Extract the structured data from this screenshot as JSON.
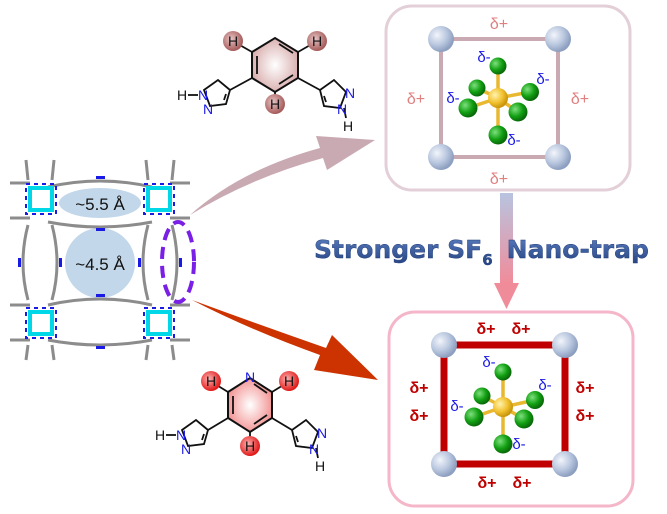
{
  "framework": {
    "pore_labels": [
      "~5.5 Å",
      "~4.5 Å"
    ]
  },
  "ligand_top": {
    "ring_h_labels": [
      "H",
      "H",
      "H"
    ],
    "pyrazole_left": {
      "h": "H",
      "n1": "N",
      "n2": "N"
    },
    "pyrazole_right": {
      "n1": "N",
      "n2": "N",
      "h": "H"
    },
    "highlight_color": "#b86a6a"
  },
  "ligand_bottom": {
    "ring_h_labels": [
      "H",
      "H",
      "H"
    ],
    "ring_n": "N",
    "pyrazole_left": {
      "h": "H",
      "n1": "N",
      "n2": "N"
    },
    "pyrazole_right": {
      "n1": "N",
      "n2": "N",
      "h": "H"
    },
    "highlight_color": "#e02020"
  },
  "pore_top": {
    "delta_plus": [
      "δ+",
      "δ+",
      "δ+",
      "δ+"
    ],
    "delta_minus": [
      "δ-",
      "δ-",
      "δ-",
      "δ-"
    ],
    "plus_color": "#e08080",
    "frame_color": "#c9a9b2"
  },
  "pore_bottom": {
    "delta_plus": [
      "δ+",
      "δ+",
      "δ+",
      "δ+",
      "δ+",
      "δ+",
      "δ+",
      "δ+"
    ],
    "delta_minus": [
      "δ-",
      "δ-",
      "δ-",
      "δ-"
    ],
    "plus_color": "#c00000",
    "frame_color": "#c00000"
  },
  "caption": {
    "part1": "Stronger SF",
    "subscript": "6",
    "part2": "Nano-trap"
  },
  "colors": {
    "arrow_top": "#c9a9b2",
    "arrow_bottom": "#cc3300",
    "caption": "#2f4f8f",
    "dashed_ellipse": "#7a1fe6"
  }
}
